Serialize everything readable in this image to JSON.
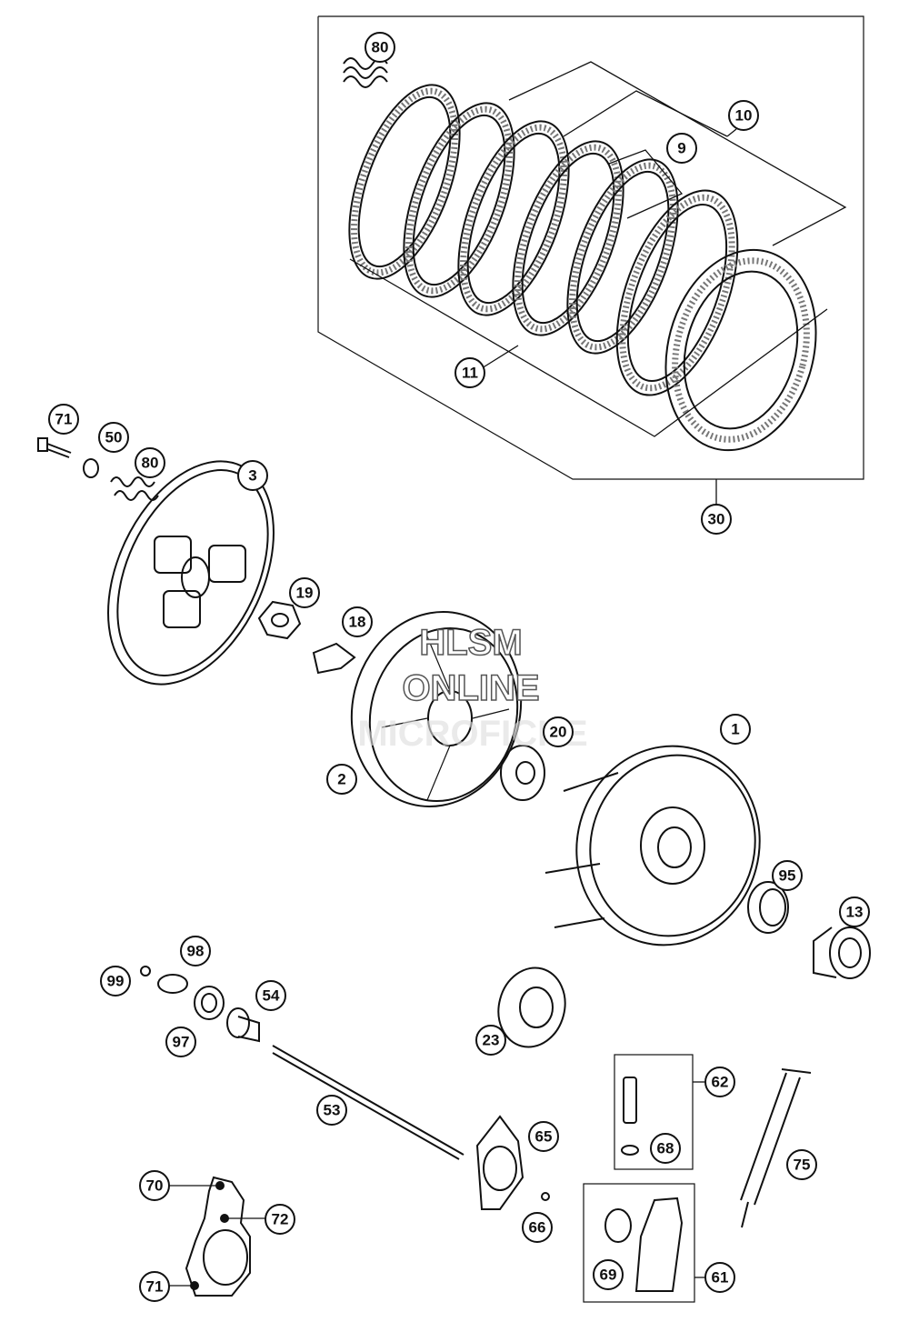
{
  "watermark": {
    "line1": "HLSM",
    "line2": "ONLINE",
    "line3": "MICROFICHE"
  },
  "callouts": [
    "80",
    "10",
    "9",
    "11",
    "30",
    "71",
    "50",
    "80",
    "3",
    "19",
    "18",
    "2",
    "20",
    "1",
    "95",
    "13",
    "98",
    "99",
    "54",
    "97",
    "23",
    "62",
    "53",
    "65",
    "68",
    "75",
    "70",
    "72",
    "66",
    "71",
    "69",
    "61"
  ]
}
